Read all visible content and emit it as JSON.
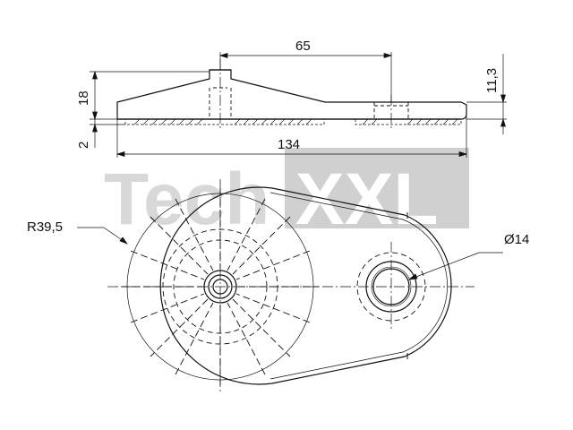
{
  "watermark": {
    "text_left": "Tech",
    "text_right": "XXL",
    "box_color": "#d0d0d0",
    "left_color": "#d8d8d8",
    "right_color": "#ffffff"
  },
  "dimensions": {
    "top_width": "65",
    "total_length": "134",
    "height": "18",
    "base_thickness": "2",
    "boss_height": "11,3",
    "radius": "R39,5",
    "hole_diameter": "Ø14"
  },
  "colors": {
    "line": "#111111",
    "hidden": "#111111"
  }
}
